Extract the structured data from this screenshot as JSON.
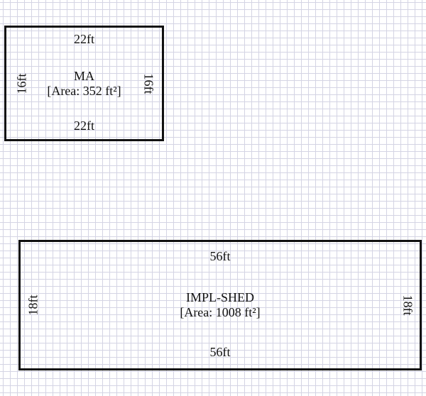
{
  "rooms": [
    {
      "name": "MA",
      "area": "[Area: 352 ft²]",
      "top": "22ft",
      "bottom": "22ft",
      "left": "16ft",
      "right": "16ft"
    },
    {
      "name": "IMPL-SHED",
      "area": "[Area: 1008 ft²]",
      "top": "56ft",
      "bottom": "56ft",
      "left": "18ft",
      "right": "18ft"
    }
  ]
}
